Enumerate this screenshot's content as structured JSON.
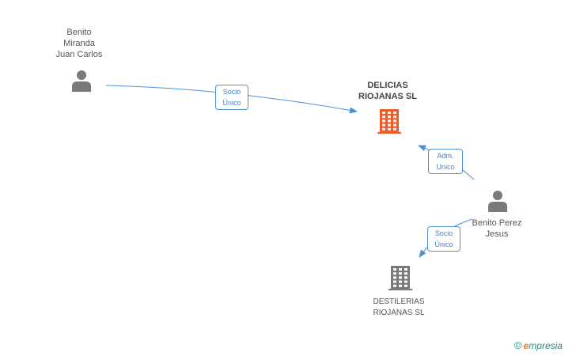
{
  "colors": {
    "person": "#7a7a7a",
    "company_main": "#f05a28",
    "company_other": "#7a7a7a",
    "edge": "#4a90d9"
  },
  "nodes": {
    "person1": {
      "lines": [
        "Benito",
        "Miranda",
        "Juan Carlos"
      ],
      "icon": "person-icon"
    },
    "company_main": {
      "lines": [
        "DELICIAS",
        "RIOJANAS SL"
      ],
      "icon": "building-icon"
    },
    "person2": {
      "lines": [
        "Benito Perez",
        "Jesus"
      ],
      "icon": "person-icon"
    },
    "company2": {
      "lines": [
        "DESTILERIAS",
        "RIOJANAS SL"
      ],
      "icon": "building-icon"
    }
  },
  "edges": {
    "e1": {
      "lines": [
        "Socio",
        "Único"
      ]
    },
    "e2": {
      "lines": [
        "Adm.",
        "Unico"
      ]
    },
    "e3": {
      "lines": [
        "Socio",
        "Único"
      ]
    }
  },
  "watermark": {
    "copyright": "©",
    "brand_initial": "e",
    "brand_rest": "mpresia"
  }
}
